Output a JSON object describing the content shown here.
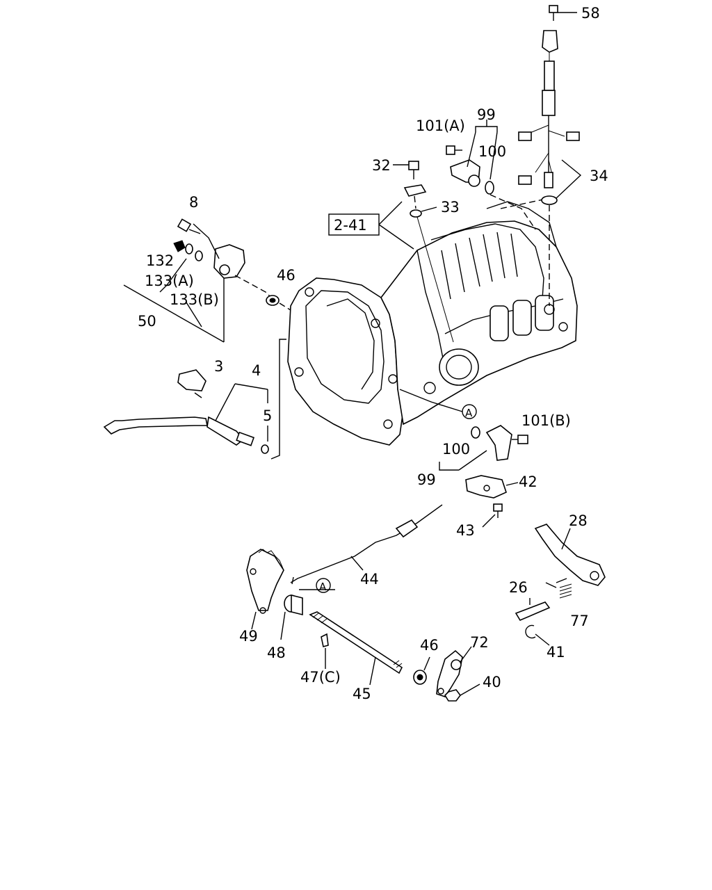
{
  "callouts": {
    "c58": "58",
    "c101a": "101(A)",
    "c99_top": "99",
    "c100_top": "100",
    "c34": "34",
    "c32": "32",
    "c33": "33",
    "c2_41": "2-41",
    "c8": "8",
    "c132": "132",
    "c133a": "133(A)",
    "c133b": "133(B)",
    "c50": "50",
    "c46_top": "46",
    "c3": "3",
    "c4": "4",
    "c5": "5",
    "c101b": "101(B)",
    "c100_bottom": "100",
    "c99_bottom": "99",
    "c42": "42",
    "c43": "43",
    "c28": "28",
    "c44": "44",
    "c26": "26",
    "c77": "77",
    "c41": "41",
    "c49": "49",
    "c48": "48",
    "c47c": "47(C)",
    "c45": "45",
    "c46_bottom": "46",
    "c72": "72",
    "c40": "40",
    "ref_a_top": "A",
    "ref_a_bottom": "A"
  }
}
